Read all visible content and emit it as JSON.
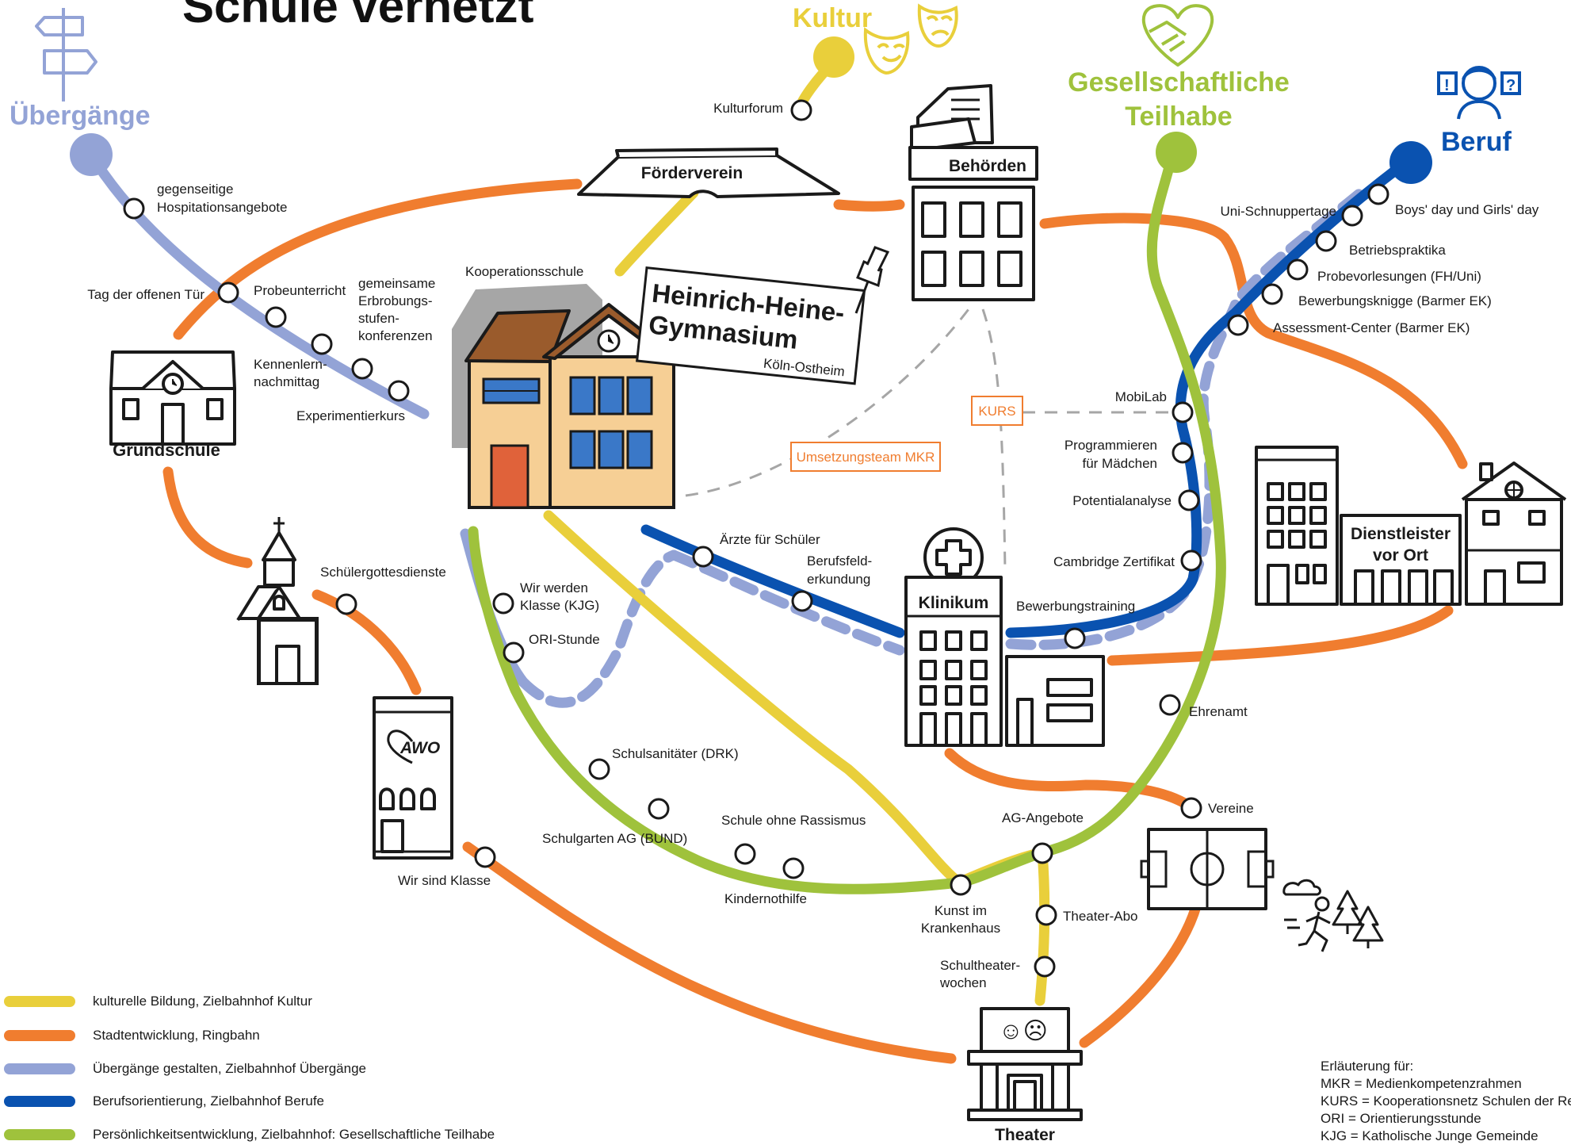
{
  "title": "Schule vernetzt",
  "colors": {
    "kultur": "#e9cf3b",
    "stadt": "#f07d2f",
    "uebergaenge": "#93a3d6",
    "beruf": "#0a52b0",
    "teilhabe": "#9fc23c",
    "gym_wall": "#f6cf95",
    "gym_roof": "#9a5b2c",
    "gym_door": "#e0623a",
    "gym_window": "#3a78c8",
    "shadow": "#a6a6a6"
  },
  "termini": {
    "uebergaenge": "Übergänge",
    "kultur": "Kultur",
    "teilhabe_1": "Gesellschaftliche",
    "teilhabe_2": "Teilhabe",
    "beruf": "Beruf"
  },
  "icons": [
    "signpost-icon",
    "theater-masks-icon",
    "handshake-heart-icon",
    "person-question-icon",
    "pushpin-icon",
    "clock-icon",
    "jogger-icon",
    "tree-icon",
    "cloud-icon"
  ],
  "buildings": {
    "grundschule": "Grundschule",
    "foerderverein": "Förderverein",
    "behoerden": "Behörden",
    "klinikum": "Klinikum",
    "dienstleister_1": "Dienstleister",
    "dienstleister_2": "vor Ort",
    "theater": "Theater",
    "awo": "AWO"
  },
  "school": {
    "name_1": "Heinrich-Heine-",
    "name_2": "Gymnasium",
    "district": "Köln-Ostheim",
    "coop_label": "Kooperationsschule"
  },
  "boxes": {
    "kurs": "KURS",
    "mkr": "Umsetzungsteam MKR"
  },
  "stations": {
    "hospitation_1": "gegenseitige",
    "hospitation_2": "Hospitationsangebote",
    "tag_offene_tuer": "Tag der offenen Tür",
    "probeunterricht": "Probeunterricht",
    "erprobung_1": "gemeinsame",
    "erprobung_2": "Erbrobungs-",
    "erprobung_3": "stufen-",
    "erprobung_4": "konferenzen",
    "kennenlern_1": "Kennenlern-",
    "kennenlern_2": "nachmittag",
    "experimentierkurs": "Experimentierkurs",
    "kulturforum": "Kulturforum",
    "schuelergottesdienste": "Schülergottesdienste",
    "wir_werden_1": "Wir werden",
    "wir_werden_2": "Klasse (KJG)",
    "ori_stunde": "ORI-Stunde",
    "aerzte": "Ärzte für Schüler",
    "berufsfeld_1": "Berufsfeld-",
    "berufsfeld_2": "erkundung",
    "uni_schnupper": "Uni-Schnuppertage",
    "boys_girls": "Boys' day und Girls' day",
    "betriebspraktika": "Betriebspraktika",
    "probevorlesungen": "Probevorlesungen (FH/Uni)",
    "bewerbungsknigge": "Bewerbungsknigge (Barmer EK)",
    "assessment": "Assessment-Center (Barmer EK)",
    "mobilab": "MobiLab",
    "programmieren_1": "Programmieren",
    "programmieren_2": "für Mädchen",
    "potentialanalyse": "Potentialanalyse",
    "cambridge": "Cambridge Zertifikat",
    "bewerbungstraining": "Bewerbungstraining",
    "ehrenamt": "Ehrenamt",
    "vereine": "Vereine",
    "schulsanitaeter": "Schulsanitäter (DRK)",
    "schule_ohne_rassismus": "Schule ohne Rassismus",
    "schulgarten": "Schulgarten AG (BUND)",
    "kindernothilfe": "Kindernothilfe",
    "ag_angebote": "AG-Angebote",
    "kunst_1": "Kunst im",
    "kunst_2": "Krankenhaus",
    "theater_abo": "Theater-Abo",
    "schultheater_1": "Schultheater-",
    "schultheater_2": "wochen",
    "wir_sind_klasse": "Wir sind Klasse"
  },
  "legend": [
    {
      "color": "#e9cf3b",
      "label": "kulturelle Bildung, Zielbahnhof Kultur"
    },
    {
      "color": "#f07d2f",
      "label": "Stadtentwicklung, Ringbahn"
    },
    {
      "color": "#93a3d6",
      "label": "Übergänge gestalten, Zielbahnhof Übergänge"
    },
    {
      "color": "#0a52b0",
      "label": "Berufsorientierung, Zielbahnhof Berufe"
    },
    {
      "color": "#9fc23c",
      "label": "Persönlichkeitsentwicklung, Zielbahnhof: Gesellschaftliche Teilhabe"
    }
  ],
  "explanation": {
    "heading": "Erläuterung für:",
    "lines": [
      "MKR = Medienkompetenzrahmen",
      "KURS = Kooperationsnetz Schulen der Region",
      "ORI = Orientierungsstunde",
      "KJG = Katholische Junge Gemeinde"
    ]
  }
}
